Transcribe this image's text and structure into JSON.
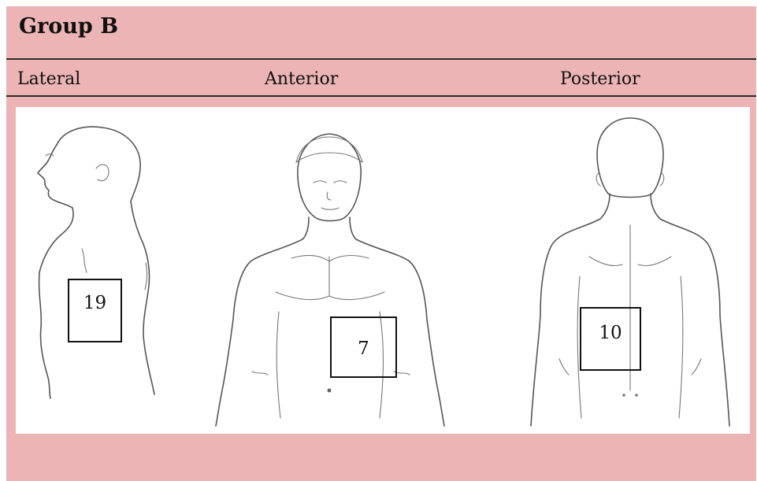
{
  "title": "Group B",
  "columns": [
    {
      "label": "Lateral",
      "count": "19"
    },
    {
      "label": "Anterior",
      "count": "7"
    },
    {
      "label": "Posterior",
      "count": "10"
    }
  ],
  "colors": {
    "panel": "#ecb4b4",
    "rule": "#2a2a2a",
    "figure_bg": "#ffffff",
    "outline": "#555555"
  },
  "icons": [
    "lateral-body-icon",
    "anterior-body-icon",
    "posterior-body-icon"
  ]
}
